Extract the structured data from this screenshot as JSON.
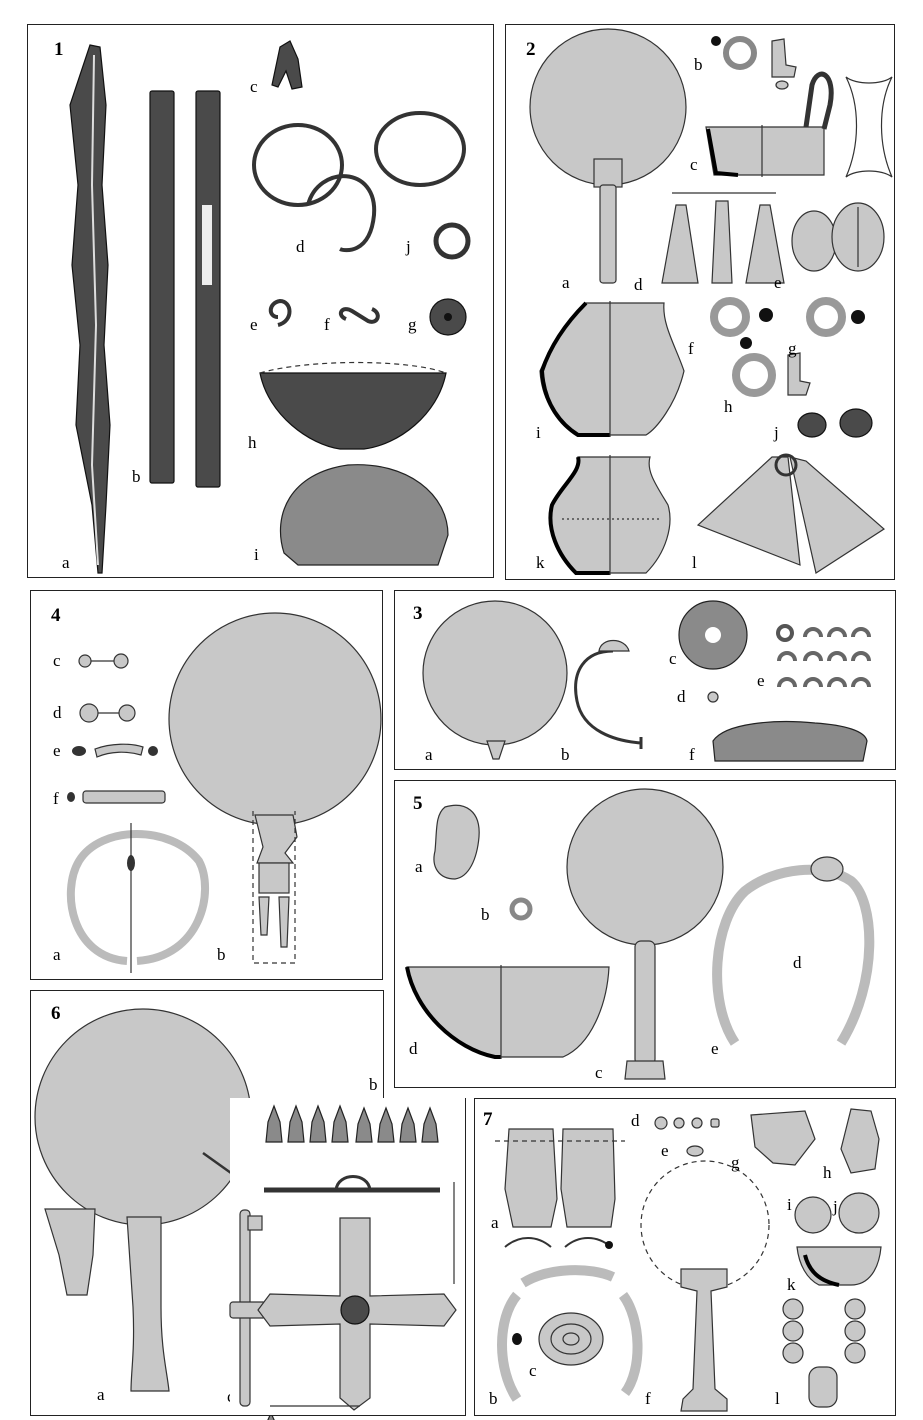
{
  "panels": [
    {
      "number": "1",
      "labels": [
        "a",
        "b",
        "c",
        "d",
        "j",
        "e",
        "f",
        "g",
        "h",
        "i"
      ]
    },
    {
      "number": "2",
      "labels": [
        "a",
        "b",
        "c",
        "d",
        "e",
        "f",
        "g",
        "h",
        "i",
        "j",
        "k",
        "l"
      ]
    },
    {
      "number": "3",
      "labels": [
        "a",
        "b",
        "c",
        "d",
        "e",
        "f"
      ]
    },
    {
      "number": "4",
      "labels": [
        "c",
        "d",
        "e",
        "f",
        "a",
        "b"
      ]
    },
    {
      "number": "5",
      "labels": [
        "a",
        "b",
        "c",
        "d",
        "d",
        "e"
      ]
    },
    {
      "number": "6",
      "labels": [
        "a",
        "b",
        "c"
      ]
    },
    {
      "number": "7",
      "labels": [
        "a",
        "b",
        "c",
        "d",
        "e",
        "f",
        "g",
        "h",
        "i",
        "j",
        "k",
        "l"
      ]
    }
  ]
}
